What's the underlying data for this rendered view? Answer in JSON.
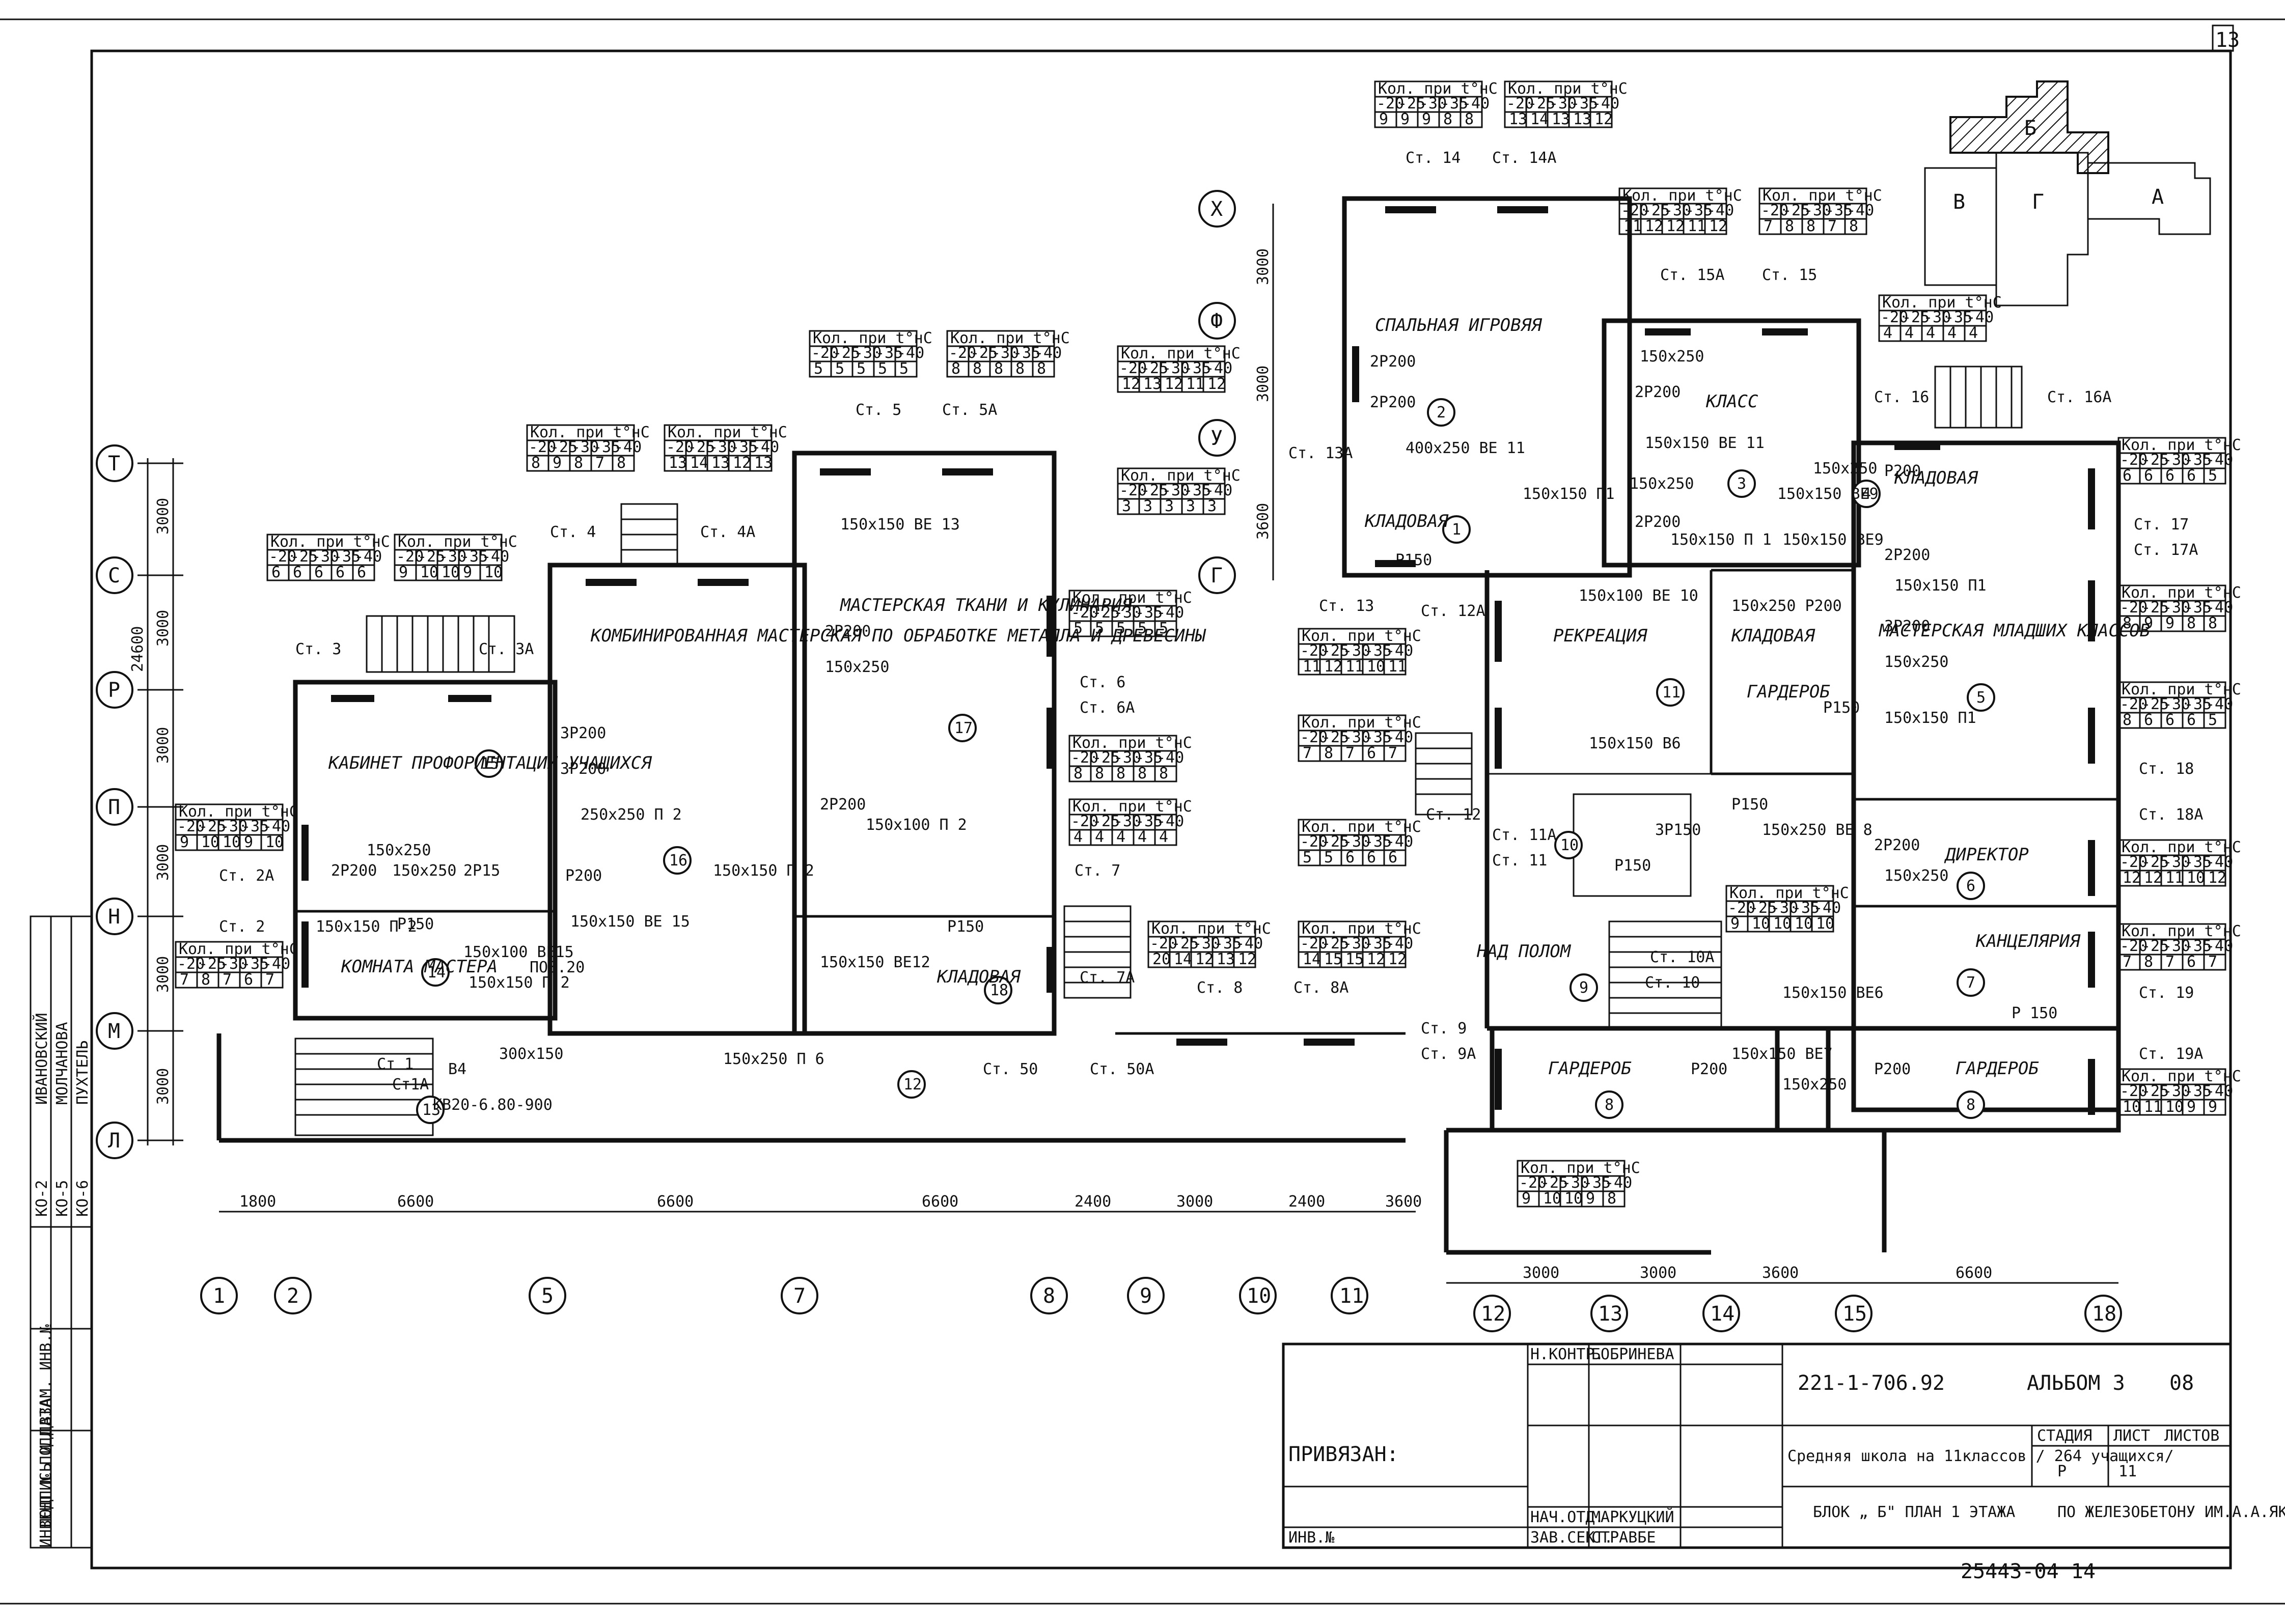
{
  "sheet_number": "13",
  "title_block": {
    "doc_code": "221-1-706.92",
    "album": "АЛЬБОМ 3",
    "album_no": "08",
    "project": "Средняя школа на 11классов / 264 учащихся/",
    "block_title": "БЛОК „ Б\" ПЛАН 1 ЭТАЖА",
    "org": "ПО ЖЕЛЕЗОБЕТОНУ ИМ.А.А.ЯКУШЕВА",
    "stage_h": "СТАДИЯ",
    "sheet_h": "ЛИСТ",
    "sheets_h": "ЛИСТОВ",
    "stage": "Р",
    "sheet": "11",
    "n_kontr": "Н.КОНТР.",
    "n_kontr_name": "БОБРИНЕВА",
    "nach_otd": "НАЧ.ОТД.",
    "nach_otd_name": "МАРКУЦКИЙ",
    "zav_sekt": "ЗАВ.СЕКТ.",
    "zav_sekt_name": "СТРАВБЕ",
    "privyazan": "ПРИВЯЗАН:",
    "inv_no": "ИНВ.№",
    "footer_no": "25443-04 14"
  },
  "side_stamp": {
    "col1": "ИНВЕНТ.№ ПОДЛ.",
    "col2": "ПОДПИСЬ И ДАТА",
    "col3": "ВЗАМ. ИНВ.№",
    "names": [
      "ИВАНОВСКИЙ",
      "МОЛЧАНОВА",
      "ПУХТЕЛЬ"
    ],
    "codes": [
      "КО-2",
      "КО-5",
      "КО-6"
    ]
  },
  "key_plan": {
    "blocks": [
      "Б",
      "В",
      "Г",
      "А"
    ]
  },
  "grid_rows": [
    "Т",
    "С",
    "Р",
    "П",
    "Н",
    "М",
    "Л"
  ],
  "grid_rows_right": [
    "Х",
    "Ф",
    "У",
    "Г"
  ],
  "grid_cols": [
    "1",
    "2",
    "5",
    "7",
    "8",
    "9",
    "10",
    "11",
    "12",
    "13",
    "14",
    "15",
    "18"
  ],
  "dims_bottom": [
    "1800",
    "6600",
    "6600",
    "6600",
    "2400",
    "3000",
    "2400",
    "3600"
  ],
  "dims_bottom2": [
    "3000",
    "3000",
    "3600",
    "6600"
  ],
  "dims_left": [
    "3000",
    "3000",
    "3000",
    "3000",
    "3000",
    "3000"
  ],
  "dim_total": "24600",
  "dims_right_top": [
    "3000",
    "3000",
    "3600"
  ],
  "rooms": [
    {
      "no": "1",
      "name": "КЛАДОВАЯ"
    },
    {
      "no": "2",
      "name": "СПАЛЬНАЯ ИГРОВЯЯ"
    },
    {
      "no": "3",
      "name": "КЛАСС"
    },
    {
      "no": "4",
      "name": "КЛАДОВАЯ"
    },
    {
      "no": "5",
      "name": "МАСТЕРСКАЯ МЛАДШИХ КЛАССОВ"
    },
    {
      "no": "6",
      "name": "ДИРЕКТОР"
    },
    {
      "no": "7",
      "name": "КАНЦЕЛЯРИЯ"
    },
    {
      "no": "8",
      "name": "ГАРДЕРОБ"
    },
    {
      "no": "8",
      "name": "ГАРДЕРОБ"
    },
    {
      "no": "9",
      "name": "НАД ПОЛОМ"
    },
    {
      "no": "10",
      "name": ""
    },
    {
      "no": "11",
      "name": "РЕКРЕАЦИЯ"
    },
    {
      "no": "12",
      "name": ""
    },
    {
      "no": "13",
      "name": ""
    },
    {
      "no": "14",
      "name": "КОМНАТА МАСТЕРА"
    },
    {
      "no": "15",
      "name": "КАБИНЕТ ПРОФОРИЕНТАЦИИ УЧАЩИХСЯ"
    },
    {
      "no": "16",
      "name": "КОМБИНИРОВАННАЯ МАСТЕРСКАЯ ПО ОБРАБОТКЕ МЕТАЛЛА И ДРЕВЕСИНЫ"
    },
    {
      "no": "17",
      "name": "МАСТЕРСКАЯ ТКАНИ И КУЛИНАРИЯ"
    },
    {
      "no": "18",
      "name": "КЛАДОВАЯ"
    },
    {
      "no": "",
      "name": "КЛАДОВАЯ"
    },
    {
      "no": "",
      "name": "ГАРДЕРОБ"
    }
  ],
  "tables": {
    "header": "Кол. при t°нС",
    "temps": [
      "-20",
      "-25",
      "-30",
      "-35",
      "-40"
    ],
    "list": [
      {
        "id": "st3",
        "v": [
          "6",
          "6",
          "6",
          "6",
          "6"
        ]
      },
      {
        "id": "st3a",
        "v": [
          "9",
          "10",
          "10",
          "9",
          "10"
        ]
      },
      {
        "id": "st4",
        "v": [
          "8",
          "9",
          "8",
          "7",
          "8"
        ]
      },
      {
        "id": "st4a",
        "v": [
          "13",
          "14",
          "13",
          "12",
          "13"
        ]
      },
      {
        "id": "st5",
        "v": [
          "5",
          "5",
          "5",
          "5",
          "5"
        ]
      },
      {
        "id": "st5a",
        "v": [
          "8",
          "8",
          "8",
          "8",
          "8"
        ]
      },
      {
        "id": "stu",
        "v": [
          "12",
          "13",
          "12",
          "11",
          "12"
        ]
      },
      {
        "id": "stg",
        "v": [
          "3",
          "3",
          "3",
          "3",
          "3"
        ]
      },
      {
        "id": "st14",
        "v": [
          "9",
          "9",
          "9",
          "8",
          "8"
        ]
      },
      {
        "id": "st14a",
        "v": [
          "13",
          "14",
          "13",
          "13",
          "12"
        ]
      },
      {
        "id": "st15a",
        "v": [
          "11",
          "12",
          "12",
          "11",
          "12"
        ]
      },
      {
        "id": "st15",
        "v": [
          "7",
          "8",
          "8",
          "7",
          "8"
        ]
      },
      {
        "id": "st16",
        "v": [
          "4",
          "4",
          "4",
          "4",
          "4"
        ]
      },
      {
        "id": "st6",
        "v": [
          "5",
          "5",
          "5",
          "5",
          "5"
        ]
      },
      {
        "id": "st6a",
        "v": [
          "8",
          "8",
          "8",
          "8",
          "8"
        ]
      },
      {
        "id": "st7",
        "v": [
          "4",
          "4",
          "4",
          "4",
          "4"
        ]
      },
      {
        "id": "st2a",
        "v": [
          "9",
          "10",
          "10",
          "9",
          "10"
        ]
      },
      {
        "id": "st2",
        "v": [
          "7",
          "8",
          "7",
          "6",
          "7"
        ]
      },
      {
        "id": "st13",
        "v": [
          "11",
          "12",
          "11",
          "10",
          "11"
        ]
      },
      {
        "id": "st12a",
        "v": [
          "7",
          "8",
          "7",
          "6",
          "7"
        ]
      },
      {
        "id": "st11a",
        "v": [
          "5",
          "5",
          "6",
          "6",
          "6"
        ]
      },
      {
        "id": "st10a",
        "v": [
          "9",
          "10",
          "10",
          "10",
          "10"
        ]
      },
      {
        "id": "st8",
        "v": [
          "20",
          "14",
          "12",
          "13",
          "12"
        ]
      },
      {
        "id": "st8a",
        "v": [
          "14",
          "15",
          "15",
          "12",
          "12"
        ]
      },
      {
        "id": "st16a",
        "v": [
          "6",
          "6",
          "6",
          "6",
          "5"
        ]
      },
      {
        "id": "st17",
        "v": [
          "8",
          "9",
          "9",
          "8",
          "8"
        ]
      },
      {
        "id": "st18",
        "v": [
          "8",
          "6",
          "6",
          "6",
          "5"
        ]
      },
      {
        "id": "st18a",
        "v": [
          "12",
          "12",
          "11",
          "10",
          "12"
        ]
      },
      {
        "id": "st19",
        "v": [
          "7",
          "8",
          "7",
          "6",
          "7"
        ]
      },
      {
        "id": "st19a",
        "v": [
          "10",
          "11",
          "10",
          "9",
          "9"
        ]
      },
      {
        "id": "st9a",
        "v": [
          "9",
          "10",
          "10",
          "9",
          "8"
        ]
      }
    ]
  },
  "risers": [
    "Ст. 2",
    "Ст. 2А",
    "Ст. 3",
    "Ст. 3А",
    "Ст. 4",
    "Ст. 4А",
    "Ст. 5",
    "Ст. 5А",
    "Ст. 6",
    "Ст. 6А",
    "Ст. 7",
    "Ст. 7А",
    "Ст. 8",
    "Ст. 8А",
    "Ст. 9",
    "Ст. 9А",
    "Ст. 10",
    "Ст. 10А",
    "Ст. 11",
    "Ст. 11А",
    "Ст. 12",
    "Ст. 12А",
    "Ст. 13",
    "Ст. 13А",
    "Ст. 14",
    "Ст. 14А",
    "Ст. 15",
    "Ст. 15А",
    "Ст. 16",
    "Ст. 16А",
    "Ст. 17",
    "Ст. 17А",
    "Ст. 18",
    "Ст. 18А",
    "Ст. 19",
    "Ст. 19А",
    "Ст. 50",
    "Ст. 50А",
    "Ст 1",
    "Ст1А"
  ],
  "vents": [
    "150x150 ВЕ 13",
    "2Р200",
    "150x250",
    "3Р200",
    "3Р200",
    "250x250 П 2",
    "Р200",
    "150x150 ВЕ 15",
    "150x250",
    "2Р200",
    "150x250",
    "2Р15",
    "150x150 П 2",
    "Р150",
    "150x100 ВЕ15",
    "150x150 П 2",
    "300x150",
    "В4",
    "ПОЗ.20",
    "КВ20-6.80-900",
    "150x250 П 6",
    "150x150 ВЕ12",
    "Р150",
    "2Р200",
    "150x100 П 2",
    "150x150 П 2",
    "2Р200",
    "2Р200",
    "400x250 ВЕ 11",
    "150x250",
    "2Р200",
    "150x150 ВЕ 11",
    "150x150 П1",
    "150x250",
    "2Р200",
    "150x150 П 1",
    "Р150",
    "150x100 ВЕ 10",
    "150x250 Р200",
    "150x150 ВЕ9",
    "150x250",
    "150x150 ВЕ9",
    "2Р200",
    "Р200",
    "150x150 П1",
    "3Р200",
    "150x250",
    "Р150",
    "150x150 П1",
    "150x150 В6",
    "Р150",
    "3Р150",
    "Р150",
    "150x250 ВЕ 8",
    "2Р200",
    "150x250",
    "150x150 ВЕ6",
    "Р 150",
    "150x150 ВЕ7",
    "Р200",
    "150x250",
    "Р200"
  ]
}
